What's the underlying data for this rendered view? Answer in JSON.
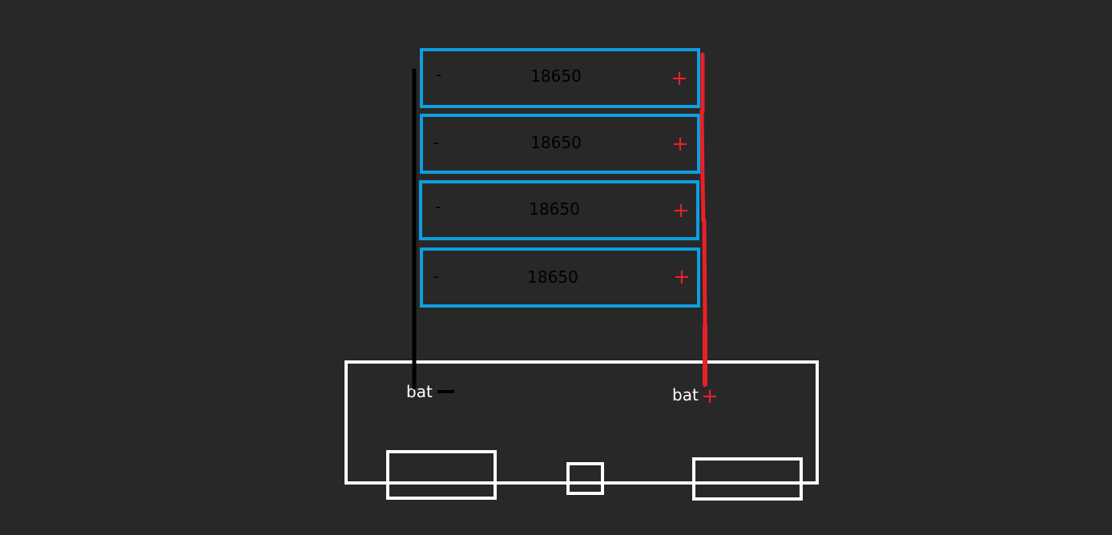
{
  "colors": {
    "background": "#282828",
    "cell_border": "#0d9fe0",
    "cell_text": "#000000",
    "positive": "#e8202a",
    "negative": "#000000",
    "board": "#ffffff"
  },
  "cells": [
    {
      "label": "18650",
      "neg": "-",
      "pos": "+"
    },
    {
      "label": "18650",
      "neg": "-",
      "pos": "+"
    },
    {
      "label": "18650",
      "neg": "-",
      "pos": "+"
    },
    {
      "label": "18650",
      "neg": "-",
      "pos": "+"
    }
  ],
  "board": {
    "bat_neg_label": "bat",
    "bat_pos_label": "bat",
    "bat_pos_sign": "+"
  }
}
